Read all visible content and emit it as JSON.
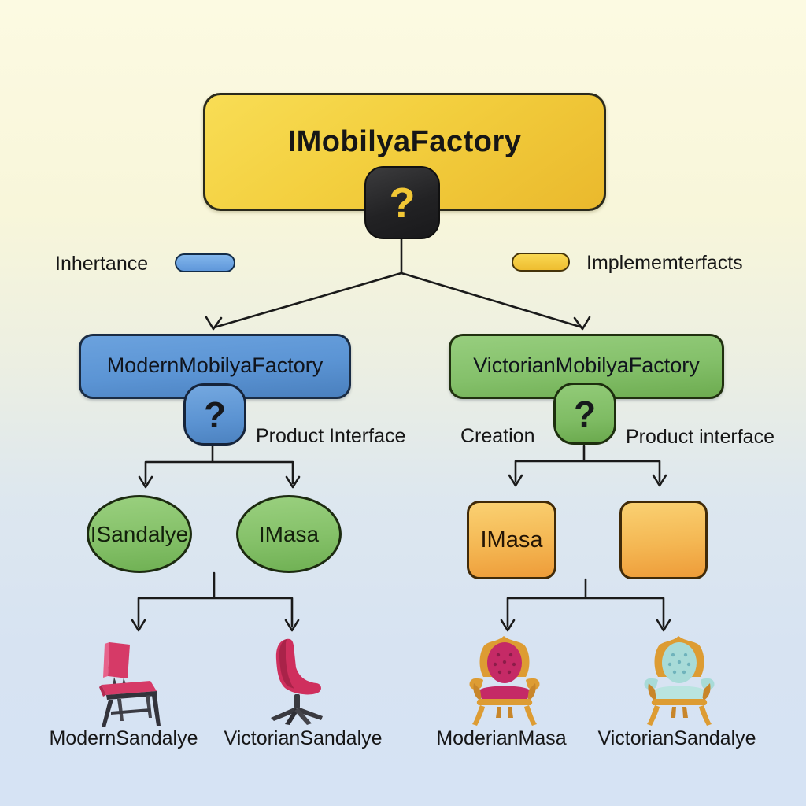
{
  "diagram": {
    "root": {
      "label": "IMobilyaFactory",
      "badge": "?"
    },
    "legend": {
      "inheritance_label": "Inhertance",
      "implements_label": "Implememterfacts"
    },
    "factories": [
      {
        "label": "ModernMobilyaFactory",
        "badge": "?"
      },
      {
        "label": "VictorianMobilyaFactory",
        "badge": "?"
      }
    ],
    "mid_labels": {
      "product_interface_left": "Product Interface",
      "creation": "Creation",
      "product_interface_right": "Product interface"
    },
    "interfaces": [
      {
        "label": "ISandalye"
      },
      {
        "label": "IMasa"
      }
    ],
    "creations": [
      {
        "label": "IMasa"
      },
      {
        "label": ""
      }
    ],
    "products": [
      {
        "label": "ModernSandalye",
        "icon": "modern-chair-icon"
      },
      {
        "label": "VictorianSandalye",
        "icon": "lounge-chair-icon"
      },
      {
        "label": "ModerianMasa",
        "icon": "victorian-pink-chair-icon"
      },
      {
        "label": "VictorianSandalye",
        "icon": "victorian-blue-chair-icon"
      }
    ],
    "colors": {
      "root_fill": "#f3cf3e",
      "badge_dark": "#222224",
      "badge_question": "#f2c735",
      "factory_blue": "#5b94d4",
      "factory_green": "#84c06a",
      "interface_green": "#85c169",
      "creation_orange": "#f4b753",
      "legend_blue": "#6fa4e2",
      "legend_yellow": "#f3cc41",
      "background_top": "#fbf9df",
      "background_bottom": "#d6e3f4",
      "line": "#1a1a1a"
    }
  }
}
